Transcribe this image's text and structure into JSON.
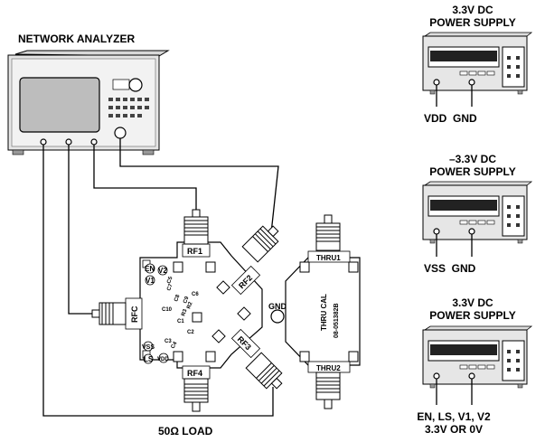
{
  "analyzer": {
    "title": "NETWORK ANALYZER"
  },
  "supplies": [
    {
      "line1": "3.3V DC",
      "line2": "POWER SUPPLY",
      "pins": "VDD  GND"
    },
    {
      "line1": "–3.3V DC",
      "line2": "POWER SUPPLY",
      "pins": "VSS  GND"
    },
    {
      "line1": "3.3V DC",
      "line2": "POWER SUPPLY",
      "pins": "EN, LS, V1, V2",
      "pins2": "3.3V OR 0V"
    }
  ],
  "board": {
    "ports": {
      "rf1": "RF1",
      "rf2": "RF2",
      "rf3": "RF3",
      "rf4": "RF4",
      "rfc": "RFC"
    },
    "pads": {
      "en": "EN",
      "v1": "V1",
      "v2": "V2",
      "vss": "VSS",
      "ls": "LS",
      "vdd": "VDD",
      "gnd": "GND"
    },
    "components": {
      "c5": "C5",
      "c6": "C6",
      "c7": "C7",
      "c8": "C8",
      "c9": "C9",
      "c10": "C10",
      "c1": "C1",
      "c2": "C2",
      "c3": "C3",
      "c4": "C4",
      "r2": "R2",
      "r3": "R3"
    }
  },
  "thru_cal": {
    "thru1": "THRU1",
    "thru2": "THRU2",
    "name": "THRU CAL",
    "part": "08-051382B"
  },
  "load": {
    "label": "50Ω LOAD"
  }
}
